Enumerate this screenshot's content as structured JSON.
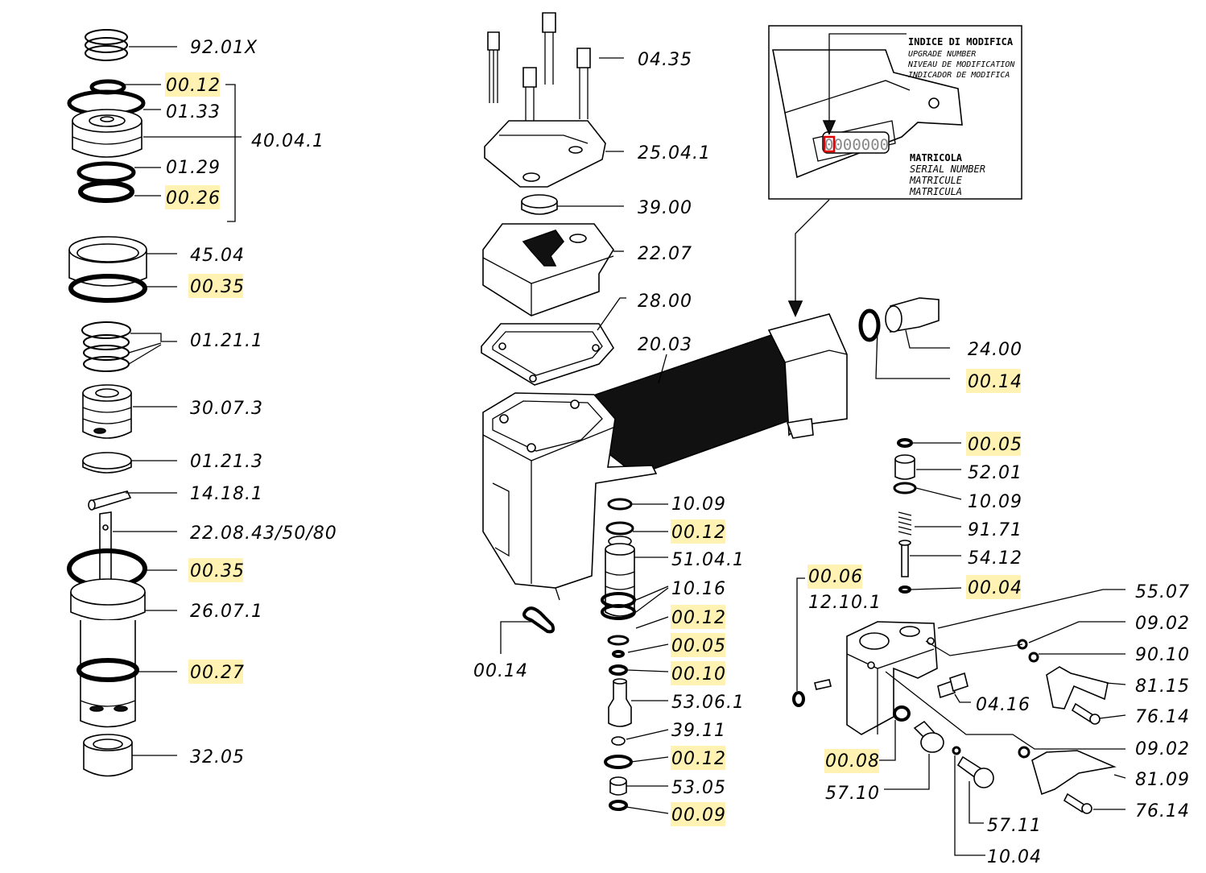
{
  "labels": {
    "l_92_01x": "92.01X",
    "l_00_12_a": "00.12",
    "l_01_33": "01.33",
    "l_40_04_1": "40.04.1",
    "l_01_29": "01.29",
    "l_00_26": "00.26",
    "l_45_04": "45.04",
    "l_00_35_a": "00.35",
    "l_01_21_1": "01.21.1",
    "l_30_07_3": "30.07.3",
    "l_01_21_3": "01.21.3",
    "l_14_18_1": "14.18.1",
    "l_22_08": "22.08.43/50/80",
    "l_00_35_b": "00.35",
    "l_26_07_1": "26.07.1",
    "l_00_27": "00.27",
    "l_32_05": "32.05",
    "l_04_35": "04.35",
    "l_25_04_1": "25.04.1",
    "l_39_00": "39.00",
    "l_22_07": "22.07",
    "l_28_00": "28.00",
    "l_20_03": "20.03",
    "l_10_09_a": "10.09",
    "l_00_12_b": "00.12",
    "l_51_04_1": "51.04.1",
    "l_10_16": "10.16",
    "l_00_12_c": "00.12",
    "l_00_05_a": "00.05",
    "l_00_10": "00.10",
    "l_53_06_1": "53.06.1",
    "l_39_11": "39.11",
    "l_00_12_d": "00.12",
    "l_53_05": "53.05",
    "l_00_09": "00.09",
    "l_00_14_a": "00.14",
    "l_24_00": "24.00",
    "l_00_14_b": "00.14",
    "l_00_05_b": "00.05",
    "l_52_01": "52.01",
    "l_10_09_b": "10.09",
    "l_91_71": "91.71",
    "l_54_12": "54.12",
    "l_00_04": "00.04",
    "l_00_06": "00.06",
    "l_12_10_1": "12.10.1",
    "l_55_07": "55.07",
    "l_09_02_a": "09.02",
    "l_90_10": "90.10",
    "l_81_15": "81.15",
    "l_04_16": "04.16",
    "l_76_14_a": "76.14",
    "l_09_02_b": "09.02",
    "l_00_08": "00.08",
    "l_81_09": "81.09",
    "l_57_10": "57.10",
    "l_76_14_b": "76.14",
    "l_57_11": "57.11",
    "l_10_04": "10.04"
  },
  "inset": {
    "upgrade": [
      "INDICE DI MODIFICA",
      "UPGRADE NUMBER",
      "NIVEAU DE MODIFICATION",
      "INDICADOR DE MODIFICA"
    ],
    "serial": [
      "MATRICOLA",
      "SERIAL NUMBER",
      "MATRICULE",
      "MATRICULA"
    ],
    "serial_digits": "0000000"
  },
  "colors": {
    "highlight": "#fff2b3",
    "ink": "#000000",
    "serial_digit": "#e00000"
  }
}
